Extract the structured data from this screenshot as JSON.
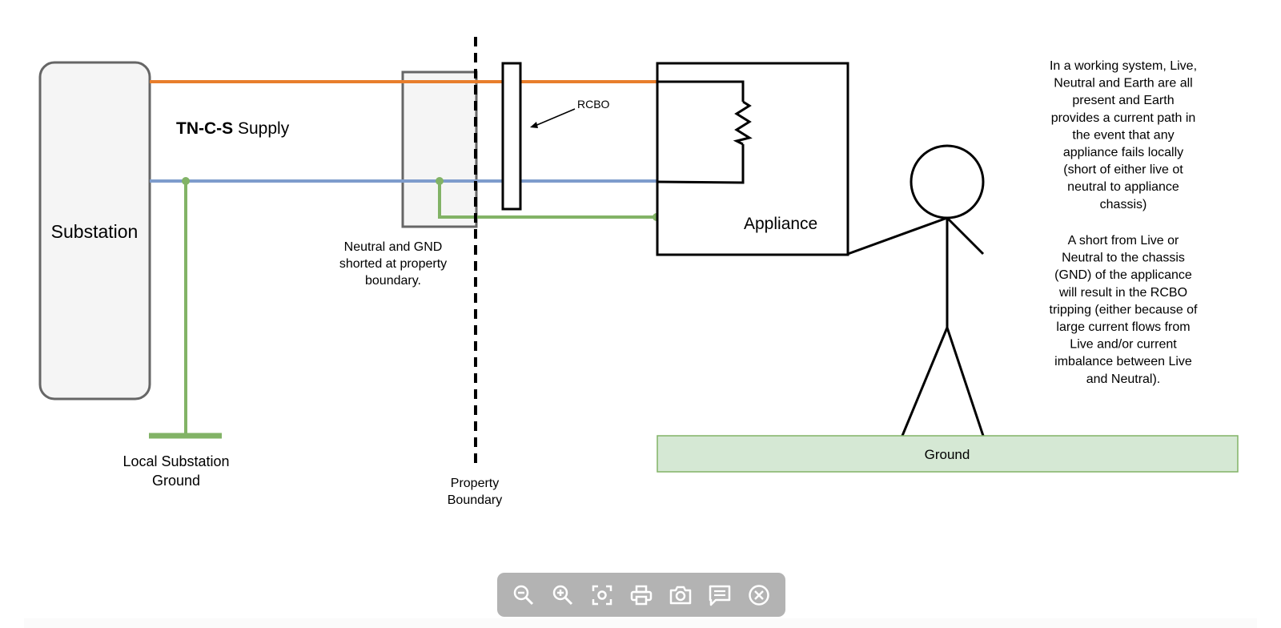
{
  "diagram": {
    "substation_label": "Substation",
    "supply_bold": "TN-C-S",
    "supply_rest": " Supply",
    "rcbo_label": "RCBO",
    "appliance_label": "Appliance",
    "ground_label": "Ground",
    "local_ground_label": [
      "Local Substation",
      "Ground"
    ],
    "neutral_note": [
      "Neutral and GND",
      "shorted at property",
      "boundary."
    ],
    "boundary_label": [
      "Property",
      "Boundary"
    ],
    "explanation_1": [
      "In a working system, Live,",
      "Neutral and Earth are all",
      "present and Earth",
      "provides a current path in",
      "the event that any",
      "appliance fails locally",
      "(short of either live ot",
      "neutral to appliance",
      "chassis)"
    ],
    "explanation_2": [
      "A short from Live or",
      "Neutral to the chassis",
      "(GND) of the applicance",
      "will result in the RCBO",
      "tripping (either because of",
      "large current flows from",
      "Live and/or current",
      "imbalance between Live",
      "and Neutral)."
    ]
  },
  "colors": {
    "live": "#e87e2c",
    "neutral": "#7e9ccc",
    "earth": "#82b366",
    "ground_fill": "#d5e8d4",
    "substation_fill": "#f5f5f5"
  },
  "toolbar": {
    "buttons": [
      "zoom-out-icon",
      "zoom-in-icon",
      "fit-screen-icon",
      "print-icon",
      "camera-icon",
      "comment-icon",
      "close-icon"
    ]
  }
}
